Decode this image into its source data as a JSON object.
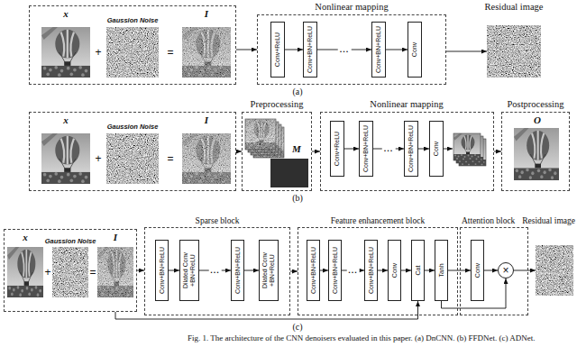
{
  "diagram": {
    "caption": "Fig. 1. The architecture of the CNN denoisers evaluated in this paper. (a) DnCNN. (b) FFDNet. (c) ADNet.",
    "nodes": [
      {
        "text": [
          "x",
          "Gaussion Noise",
          "I",
          "+",
          "="
        ]
      },
      {
        "text": [
          "Nonlinear mapping"
        ]
      },
      {
        "text": [
          "Conv+ReLU"
        ],
        "in": 1
      },
      {
        "text": [
          "Conv+BN+ReLU"
        ],
        "in": 1
      },
      {
        "text": [
          "Conv+BN+ReLU"
        ],
        "in": 1
      },
      {
        "text": [
          "Conv"
        ],
        "in": 1
      },
      {
        "text": [
          "Residual image"
        ]
      },
      {
        "text": [
          "x",
          "Gaussion Noise",
          "I",
          "+",
          "="
        ]
      },
      {
        "text": [
          "Preprocessing",
          "M"
        ]
      },
      {
        "text": [
          "Nonlinear mapping"
        ]
      },
      {
        "text": [
          "Conv+ReLU"
        ],
        "in": 9
      },
      {
        "text": [
          "Conv+BN+ReLU"
        ],
        "in": 9
      },
      {
        "text": [
          "Conv+BN+ReLU"
        ],
        "in": 9
      },
      {
        "text": [
          "Conv"
        ],
        "in": 9
      },
      {
        "text": [
          "Postprocessing",
          "O"
        ]
      },
      {
        "text": [
          "x",
          "Gaussion Noise",
          "I",
          "+",
          "="
        ]
      },
      {
        "text": [
          "Sparse block"
        ]
      },
      {
        "text": [
          "Conv+BN+ReLU"
        ],
        "in": 16
      },
      {
        "text": [
          "Dilated Conv +BN+ReLU"
        ],
        "in": 16
      },
      {
        "text": [
          "Conv+BN+ReLU"
        ],
        "in": 16
      },
      {
        "text": [
          "Dilated Conv +BN+ReLU"
        ],
        "in": 16
      },
      {
        "text": [
          "Feature enhancement block"
        ]
      },
      {
        "text": [
          "Conv+BN+ReLU"
        ],
        "in": 21
      },
      {
        "text": [
          "Conv+BN+ReLU"
        ],
        "in": 21
      },
      {
        "text": [
          "Conv+BN+ReLU"
        ],
        "in": 21
      },
      {
        "text": [
          "Conv"
        ],
        "in": 21
      },
      {
        "text": [
          "Cat"
        ],
        "in": 21
      },
      {
        "text": [
          "Tanh"
        ],
        "in": 21
      },
      {
        "text": [
          "Attention block"
        ]
      },
      {
        "text": [
          "Conv"
        ],
        "in": 28
      },
      {
        "text": [
          "×"
        ],
        "in": 28
      },
      {
        "text": [
          "Residual image"
        ]
      }
    ],
    "edges": [
      {
        "from": 0,
        "to": 1,
        "arrow": "to"
      },
      {
        "from": 2,
        "to": 3,
        "arrow": "to"
      },
      {
        "from": 3,
        "to": 4,
        "arrow": "to"
      },
      {
        "from": 4,
        "to": 5,
        "arrow": "to"
      },
      {
        "from": 1,
        "to": 6,
        "arrow": "to"
      },
      {
        "from": 7,
        "to": 8,
        "arrow": "to"
      },
      {
        "from": 8,
        "to": 9,
        "arrow": "to"
      },
      {
        "from": 10,
        "to": 11,
        "arrow": "to"
      },
      {
        "from": 11,
        "to": 12,
        "arrow": "to"
      },
      {
        "from": 12,
        "to": 13,
        "arrow": "to"
      },
      {
        "from": 9,
        "to": 14,
        "arrow": "to"
      },
      {
        "from": 15,
        "to": 16,
        "arrow": "to"
      },
      {
        "from": 17,
        "to": 18,
        "arrow": "to"
      },
      {
        "from": 18,
        "to": 19,
        "arrow": "to"
      },
      {
        "from": 19,
        "to": 20,
        "arrow": "to"
      },
      {
        "from": 16,
        "to": 21,
        "arrow": "to"
      },
      {
        "from": 22,
        "to": 23,
        "arrow": "to"
      },
      {
        "from": 23,
        "to": 24,
        "arrow": "to"
      },
      {
        "from": 24,
        "to": 25,
        "arrow": "to"
      },
      {
        "from": 25,
        "to": 26,
        "arrow": "to"
      },
      {
        "from": 26,
        "to": 27,
        "arrow": "to"
      },
      {
        "from": 15,
        "to": 26,
        "arrow": "to"
      },
      {
        "from": 27,
        "to": 29,
        "arrow": "to"
      },
      {
        "from": 29,
        "to": 30,
        "arrow": "to"
      },
      {
        "from": 27,
        "to": 30,
        "arrow": "to"
      },
      {
        "from": 30,
        "to": 31,
        "arrow": "to"
      }
    ],
    "labels": [
      "...",
      "(a)",
      "...",
      "(b)",
      "...",
      "...",
      "(c)"
    ]
  }
}
